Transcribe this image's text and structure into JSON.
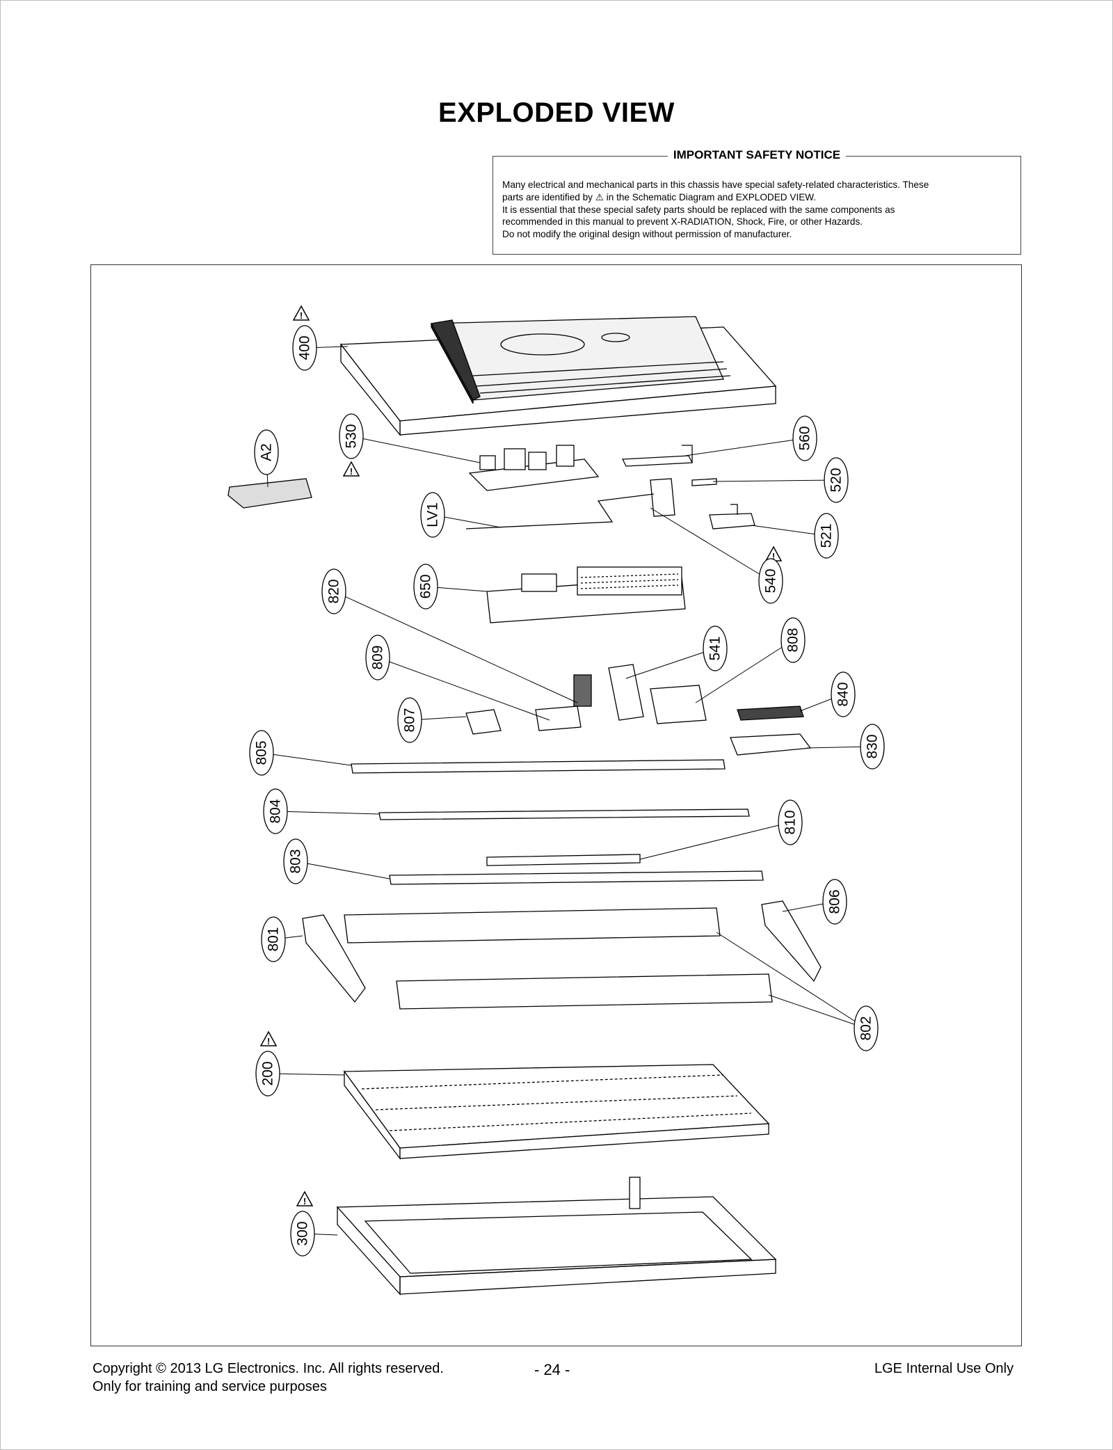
{
  "title": "EXPLODED VIEW",
  "notice": {
    "heading": "IMPORTANT SAFETY NOTICE",
    "line1": "Many electrical and mechanical parts in this chassis have special safety-related characteristics. These",
    "line2": "parts are identified by ⚠ in the Schematic Diagram and EXPLODED VIEW.",
    "line3": "It is essential that these special safety parts should be replaced with the same components as",
    "line4": "recommended in this manual to prevent X-RADIATION, Shock, Fire, or other Hazards.",
    "line5": "Do not modify the original design without permission of manufacturer."
  },
  "callouts": [
    "400",
    "530",
    "A2",
    "LV1",
    "560",
    "520",
    "521",
    "540",
    "650",
    "820",
    "809",
    "541",
    "808",
    "807",
    "840",
    "805",
    "830",
    "804",
    "810",
    "803",
    "806",
    "801",
    "802",
    "200",
    "300"
  ],
  "footer": {
    "copyright": "Copyright  © 2013  LG Electronics. Inc. All rights reserved.",
    "purpose": "Only for training and service purposes",
    "page": "- 24 -",
    "internal": "LGE Internal Use Only"
  }
}
